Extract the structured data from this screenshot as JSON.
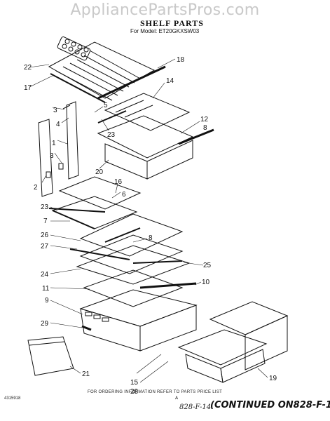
{
  "watermark": "AppliancePartsPros.com",
  "title": "SHELF PARTS",
  "model_line": "For Model: ET20GKXSW03",
  "footer_note": "FOR ORDERING INFORMATION REFER TO PARTS PRICE LIST",
  "doc_number": "4315918",
  "continued_ref": "A",
  "handwritten_ref": "828-F-14",
  "continued_text": "(CONTINUED ON828-F-1,",
  "callouts": [
    "22",
    "18",
    "17",
    "14",
    "5",
    "12",
    "8",
    "3",
    "23",
    "4",
    "1",
    "3",
    "20",
    "2",
    "16",
    "6",
    "23",
    "7",
    "26",
    "8",
    "27",
    "25",
    "24",
    "11",
    "10",
    "9",
    "29",
    "15",
    "28",
    "19",
    "21"
  ],
  "line_color": "#111111"
}
